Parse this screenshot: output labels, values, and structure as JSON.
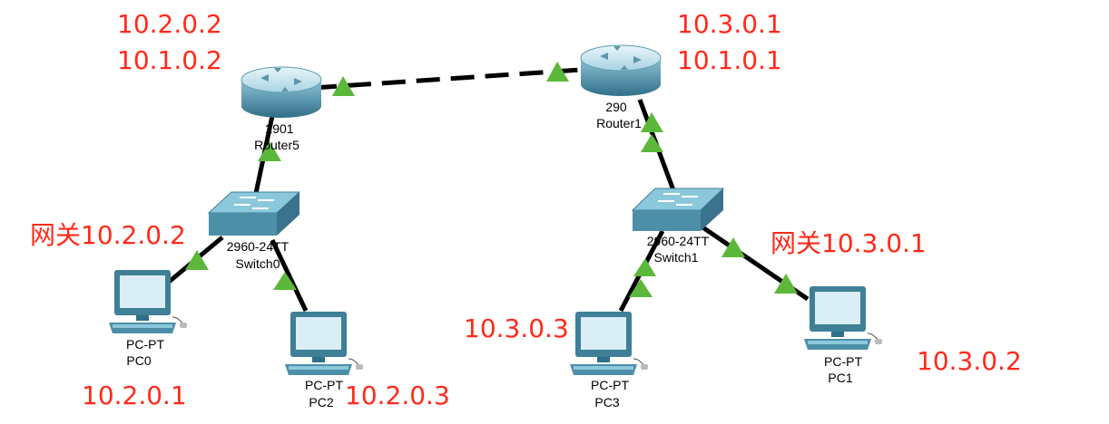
{
  "colors": {
    "annotation": "#ff2a1a",
    "link": "#000000",
    "link_indicator": "#5cb83a",
    "router_top": "#b9dde9",
    "router_side": "#4e93ad",
    "switch_top": "#7fbfd6",
    "switch_side": "#3f7f98",
    "pc_body": "#3f7f98",
    "pc_screen": "#d9eef6"
  },
  "devices": {
    "router5": {
      "icon": "router-icon",
      "model": "2901",
      "name": "Router5"
    },
    "router1": {
      "icon": "router-icon",
      "model": "290",
      "name": "Router1"
    },
    "switch0": {
      "icon": "switch-icon",
      "model": "2960-24TT",
      "name": "Switch0"
    },
    "switch1": {
      "icon": "switch-icon",
      "model": "2960-24TT",
      "name": "Switch1"
    },
    "pc0": {
      "icon": "pc-icon",
      "model": "PC-PT",
      "name": "PC0"
    },
    "pc2": {
      "icon": "pc-icon",
      "model": "PC-PT",
      "name": "PC2"
    },
    "pc3": {
      "icon": "pc-icon",
      "model": "PC-PT",
      "name": "PC3"
    },
    "pc1": {
      "icon": "pc-icon",
      "model": "PC-PT",
      "name": "PC1"
    }
  },
  "links": [
    {
      "from": "router5",
      "to": "router1",
      "style": "dashed"
    },
    {
      "from": "router5",
      "to": "switch0",
      "style": "solid"
    },
    {
      "from": "switch0",
      "to": "pc0",
      "style": "solid"
    },
    {
      "from": "switch0",
      "to": "pc2",
      "style": "solid"
    },
    {
      "from": "router1",
      "to": "switch1",
      "style": "solid"
    },
    {
      "from": "switch1",
      "to": "pc3",
      "style": "solid"
    },
    {
      "from": "switch1",
      "to": "pc1",
      "style": "solid"
    }
  ],
  "annotations": {
    "router5_ip_1": "10.2.0.2",
    "router5_ip_2": "10.1.0.2",
    "router1_ip_1": "10.3.0.1",
    "router1_ip_2": "10.1.0.1",
    "gateway_left": "网关10.2.0.2",
    "gateway_right": "网关10.3.0.1",
    "pc0_ip": "10.2.0.1",
    "pc2_ip": "10.2.0.3",
    "pc3_ip": "10.3.0.3",
    "pc1_ip": "10.3.0.2"
  }
}
